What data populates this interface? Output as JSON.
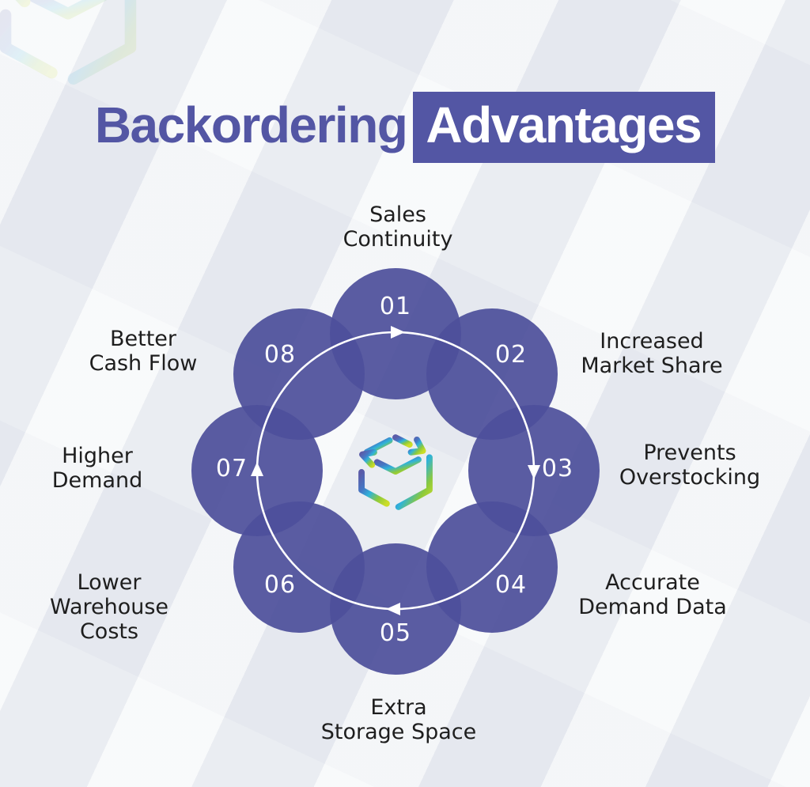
{
  "title": {
    "prefix": "Backordering",
    "highlight": "Advantages"
  },
  "items": [
    {
      "number": "01",
      "label": "Sales\nContinuity"
    },
    {
      "number": "02",
      "label": "Increased\nMarket Share"
    },
    {
      "number": "03",
      "label": "Prevents\nOverstocking"
    },
    {
      "number": "04",
      "label": "Accurate\nDemand Data"
    },
    {
      "number": "05",
      "label": "Extra\nStorage Space"
    },
    {
      "number": "06",
      "label": "Lower\nWarehouse\nCosts"
    },
    {
      "number": "07",
      "label": "Higher\nDemand"
    },
    {
      "number": "08",
      "label": "Better\nCash Flow"
    }
  ],
  "flow": {
    "direction": "clockwise"
  },
  "icons": {
    "center": "cube-logo",
    "watermark": "cube-logo"
  },
  "colors": {
    "accent": "#5356a4",
    "circle": "rgba(77,80,155,0.93)",
    "ring": "#ffffff",
    "number": "#ffffff",
    "label": "#1e1e1e",
    "background": "#eef0f4",
    "logo_gradient": [
      "#5b5ca9",
      "#4479c6",
      "#2fb3da",
      "#8cc93c",
      "#ccdd28"
    ]
  }
}
